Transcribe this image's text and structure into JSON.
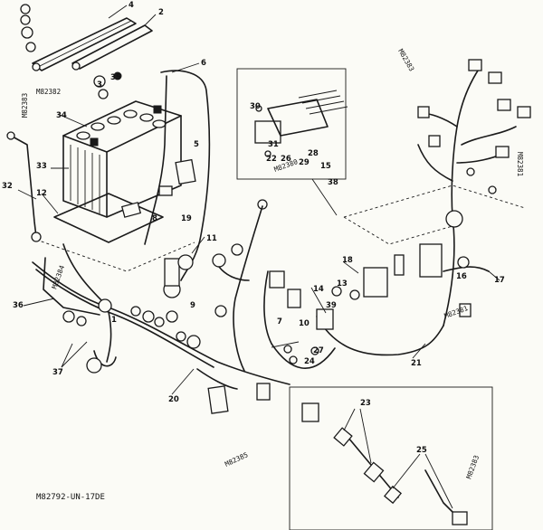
{
  "figure_code": "M82792-UN-17DE",
  "callouts": [
    {
      "id": "c1",
      "text": "1"
    },
    {
      "id": "c2",
      "text": "2"
    },
    {
      "id": "c3",
      "text": "3"
    },
    {
      "id": "c4",
      "text": "4"
    },
    {
      "id": "c5",
      "text": "5"
    },
    {
      "id": "c6",
      "text": "6"
    },
    {
      "id": "c7",
      "text": "7"
    },
    {
      "id": "c8",
      "text": "8"
    },
    {
      "id": "c9",
      "text": "9"
    },
    {
      "id": "c10",
      "text": "10"
    },
    {
      "id": "c11",
      "text": "11"
    },
    {
      "id": "c12",
      "text": "12"
    },
    {
      "id": "c13",
      "text": "13"
    },
    {
      "id": "c14",
      "text": "14"
    },
    {
      "id": "c15",
      "text": "15"
    },
    {
      "id": "c16",
      "text": "16"
    },
    {
      "id": "c17",
      "text": "17"
    },
    {
      "id": "c18",
      "text": "18"
    },
    {
      "id": "c19",
      "text": "19"
    },
    {
      "id": "c20",
      "text": "20"
    },
    {
      "id": "c21",
      "text": "21"
    },
    {
      "id": "c22",
      "text": "22"
    },
    {
      "id": "c23",
      "text": "23"
    },
    {
      "id": "c24",
      "text": "24"
    },
    {
      "id": "c25",
      "text": "25"
    },
    {
      "id": "c26",
      "text": "26"
    },
    {
      "id": "c27",
      "text": "27"
    },
    {
      "id": "c28",
      "text": "28"
    },
    {
      "id": "c29",
      "text": "29"
    },
    {
      "id": "c30",
      "text": "30"
    },
    {
      "id": "c31",
      "text": "31"
    },
    {
      "id": "c32",
      "text": "32"
    },
    {
      "id": "c33",
      "text": "33"
    },
    {
      "id": "c34",
      "text": "34"
    },
    {
      "id": "c35",
      "text": "35"
    },
    {
      "id": "c36",
      "text": "36"
    },
    {
      "id": "c37",
      "text": "37"
    },
    {
      "id": "c38",
      "text": "38"
    },
    {
      "id": "c39",
      "text": "39"
    }
  ],
  "side_codes": [
    {
      "id": "s1",
      "text": "M82382"
    },
    {
      "id": "s2",
      "text": "M82383"
    },
    {
      "id": "s3",
      "text": "M82380"
    },
    {
      "id": "s4",
      "text": "M82383"
    },
    {
      "id": "s5",
      "text": "M82381"
    },
    {
      "id": "s6",
      "text": "M82381"
    },
    {
      "id": "s7",
      "text": "M82385"
    },
    {
      "id": "s8",
      "text": "M82383"
    },
    {
      "id": "s9",
      "text": "M82384"
    }
  ]
}
